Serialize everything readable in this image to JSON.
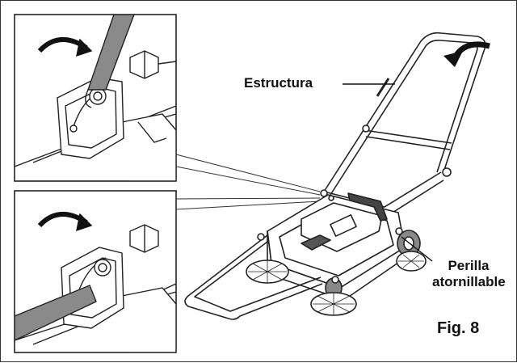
{
  "labels": {
    "frame": "Estructura",
    "knob_line1": "Perilla",
    "knob_line2": "atornillable",
    "figure": "Fig. 8"
  }
}
